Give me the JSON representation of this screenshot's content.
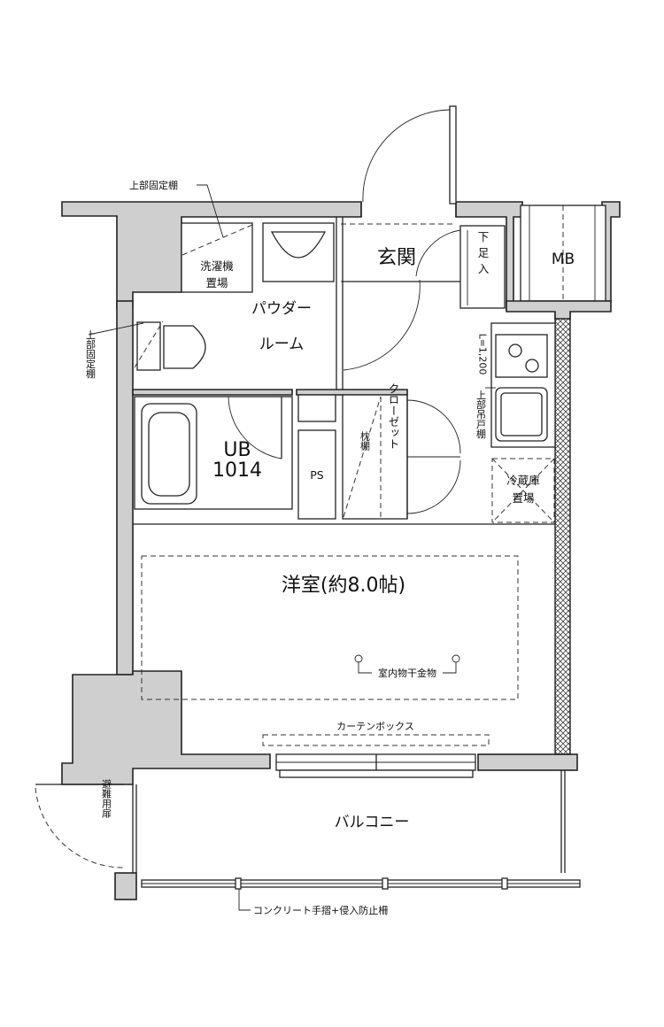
{
  "labels": {
    "genkan": "玄関",
    "geta_top": "下",
    "geta_mid": "足",
    "geta_bot": "入",
    "mb": "MB",
    "powder_1": "パウダー",
    "powder_2": "ルーム",
    "washer_1": "洗濯機",
    "washer_2": "置場",
    "upper_shelf_top": "上部固定棚",
    "upper_shelf_side": "上部固定棚",
    "ub_1": "UB",
    "ub_2": "1014",
    "ps": "PS",
    "makura": "枕棚",
    "closet": "クローゼット",
    "kitchen_dim": "L=1,200",
    "kitchen_cab": "上部吊戸棚",
    "fridge_1": "冷蔵庫",
    "fridge_2": "置場",
    "room": "洋室(約8.0帖)",
    "drying": "室内物干金物",
    "curtain": "カーテンボックス",
    "balcony": "バルコニー",
    "evac_door": "避難用扉",
    "railing": "コンクリート手摺+侵入防止柵"
  },
  "colors": {
    "wall_fill": "#cfcfcf",
    "line": "#222222",
    "hatch": "#444444"
  }
}
